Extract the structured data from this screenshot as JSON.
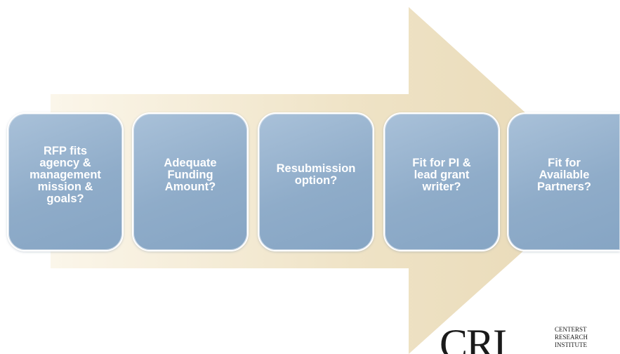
{
  "steps": [
    {
      "label": "RFP fits\nagency &\nmanagement\nmission &\ngoals?"
    },
    {
      "label": "Adequate\nFunding\nAmount?"
    },
    {
      "label": "Resubmission\noption?"
    },
    {
      "label": "Fit for PI &\nlead grant\nwriter?"
    },
    {
      "label": "Fit for\nAvailable\nPartners?"
    }
  ],
  "logo": {
    "letters": "CRI",
    "line1": "CENTERST",
    "line2": "RESEARCH",
    "line3": "INSTITUTE"
  },
  "colors": {
    "arrow": "#f1e8cf",
    "box": "#93b0cc",
    "box_text": "#ffffff"
  }
}
